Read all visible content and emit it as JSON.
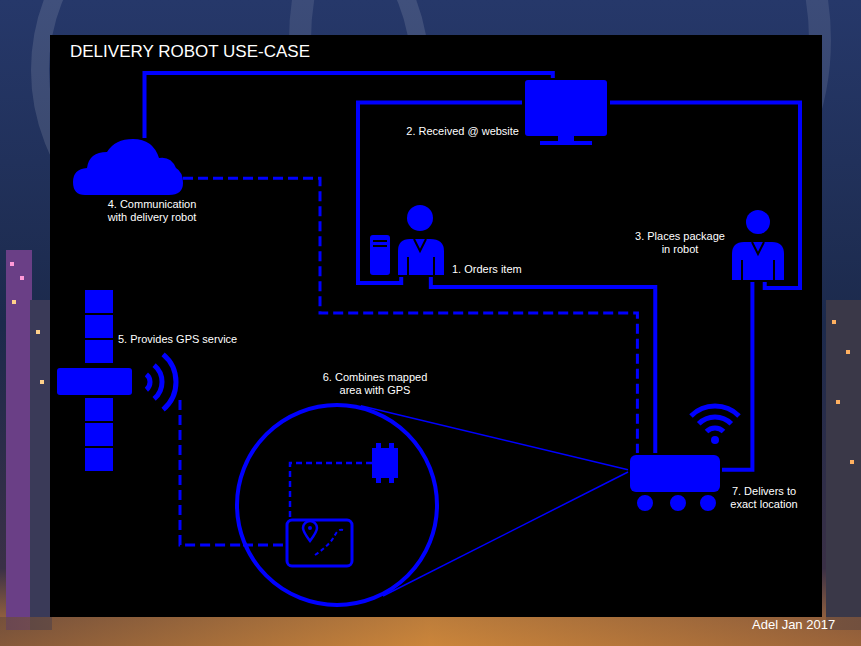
{
  "diagram": {
    "title": "DELIVERY ROBOT USE-CASE",
    "nodes": [
      {
        "text": [
          "1. Orders item"
        ]
      },
      {
        "text": [
          "2. Received @ website"
        ]
      },
      {
        "text": [
          "3. Places package in robot"
        ]
      },
      {
        "text": [
          "4. Communication with delivery robot"
        ]
      },
      {
        "text": [
          "5. Provides GPS service"
        ]
      },
      {
        "text": [
          "6. Combines mapped area with GPS"
        ]
      },
      {
        "text": [
          "7. Delivers to exact location"
        ]
      }
    ],
    "edges": [
      {
        "from": 0,
        "to": 1,
        "arrow": "none"
      },
      {
        "from": 1,
        "to": 2,
        "arrow": "none"
      },
      {
        "from": 2,
        "to": 6,
        "arrow": "none"
      },
      {
        "from": 3,
        "to": 1,
        "arrow": "none"
      },
      {
        "from": 0,
        "to": 6,
        "arrow": "none"
      },
      {
        "from": 3,
        "to": 6,
        "arrow": "none"
      },
      {
        "from": 4,
        "to": 5,
        "arrow": "none"
      },
      {
        "from": 5,
        "to": 6,
        "arrow": "none"
      }
    ],
    "labels": [
      "Adel Jan 2017"
    ]
  }
}
